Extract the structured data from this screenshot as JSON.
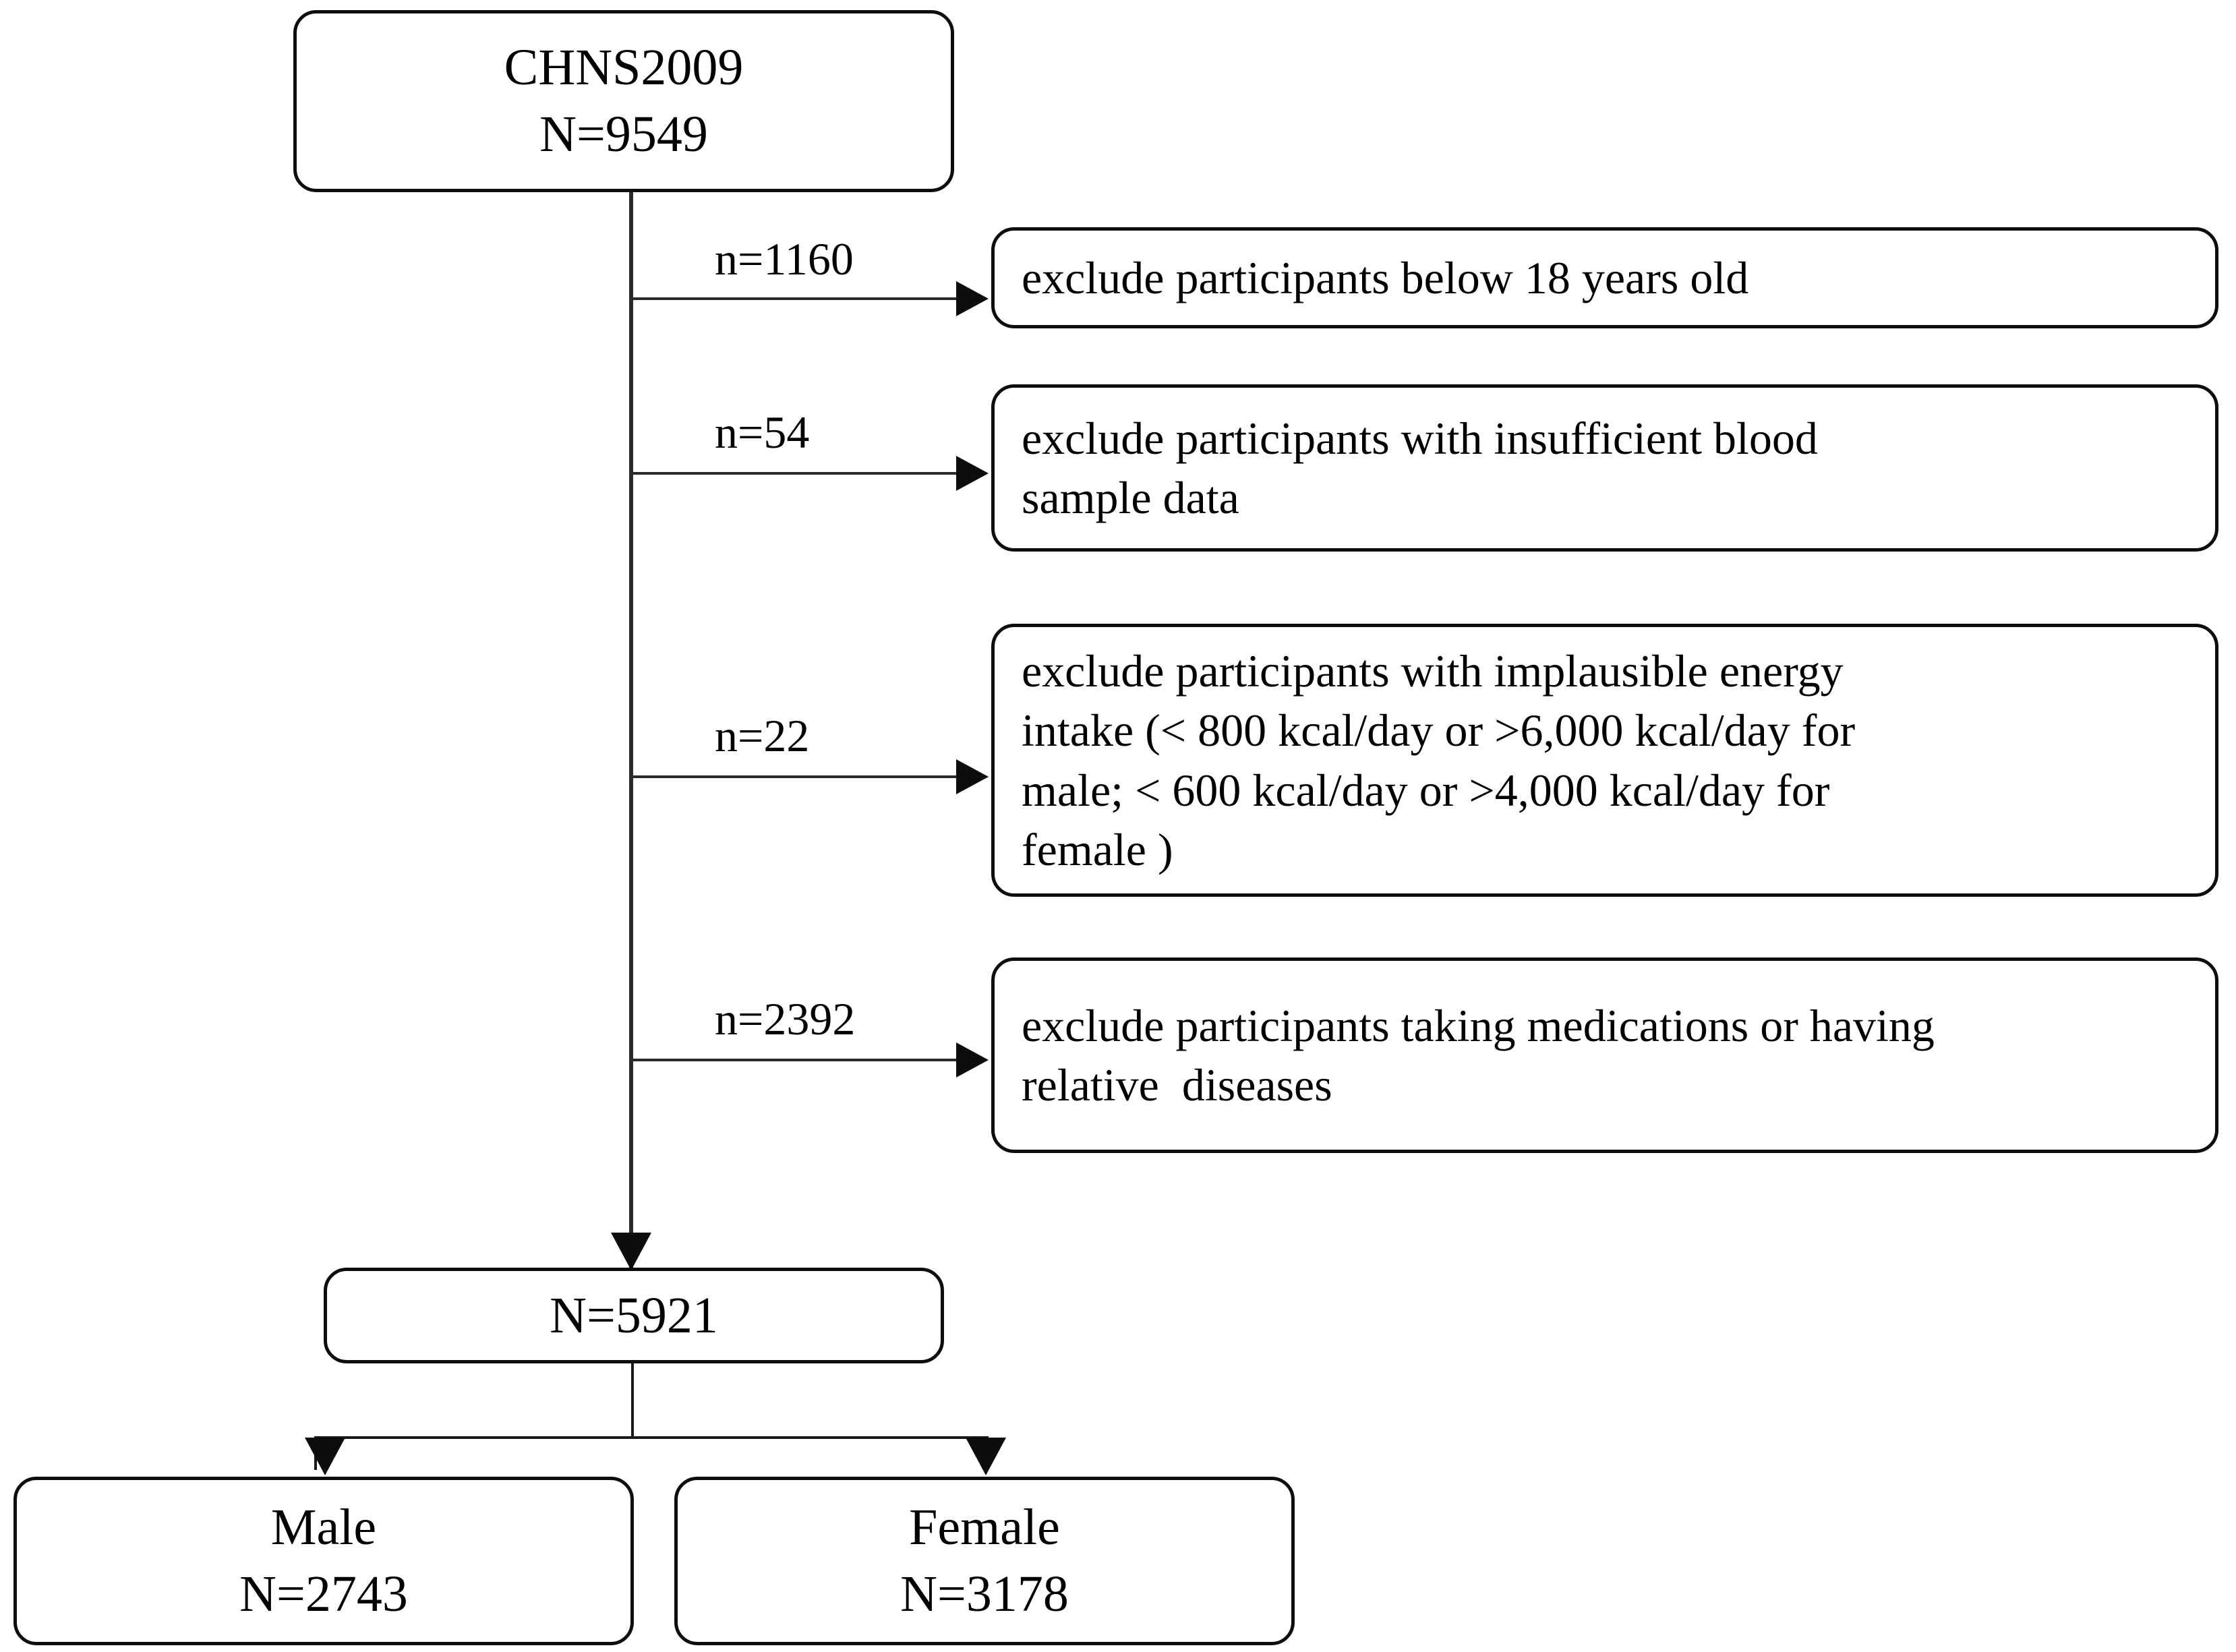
{
  "diagram": {
    "type": "participant-flow-chart",
    "colors": {
      "box_border": "#0d0d0d",
      "connector": "#2b2b2b",
      "background": "#ffffff",
      "text": "#000000"
    },
    "top_node": {
      "line1": "CHNS2009",
      "line2": "N=9549"
    },
    "exclusions": [
      {
        "count_label": "n=1160",
        "text": "exclude participants below 18 years old",
        "lines": [
          "exclude participants below 18 years old"
        ]
      },
      {
        "count_label": "n=54",
        "text": "exclude participants with insufficient blood sample data",
        "lines": [
          "exclude participants with insufficient blood",
          "sample data"
        ]
      },
      {
        "count_label": "n=22",
        "text": "exclude participants with implausible energy intake (< 800 kcal/day or >6,000 kcal/day for male; < 600 kcal/day or >4,000 kcal/day for female )",
        "lines": [
          "exclude participants with implausible energy",
          "intake (< 800 kcal/day or >6,000 kcal/day for",
          "male; < 600 kcal/day or >4,000 kcal/day for",
          "female )"
        ]
      },
      {
        "count_label": "n=2392",
        "text": "exclude participants taking medications or having relative diseases",
        "lines": [
          "exclude participants taking medications or having",
          "relative  diseases"
        ]
      }
    ],
    "final_node": {
      "line1": "N=5921"
    },
    "groups": [
      {
        "label": "Male",
        "count": "N=2743"
      },
      {
        "label": "Female",
        "count": "N=3178"
      }
    ]
  }
}
